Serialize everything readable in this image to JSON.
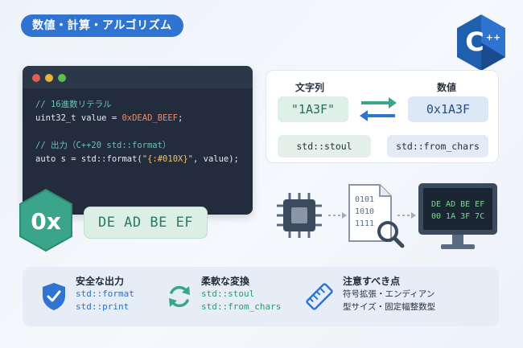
{
  "topic_label": "数値・計算・アルゴリズム",
  "logo": {
    "text": "C",
    "superscript": "++"
  },
  "code": {
    "comment1": "// 16進数リテラル",
    "line1_prefix": "uint32_t value = ",
    "line1_hex": "0xDEAD_BEEF",
    "line1_suffix": ";",
    "comment2": "// 出力（C++20 std::format）",
    "line2_prefix": "auto s = std::format(",
    "line2_str": "\"{:#010X}\"",
    "line2_suffix": ", value);"
  },
  "badge": {
    "text": "0x"
  },
  "bytes": "DE AD BE EF",
  "conversion": {
    "string_title": "文字列",
    "number_title": "数値",
    "string_value": "\"1A3F\"",
    "number_value": "0x1A3F",
    "string_fn": "std::stoul",
    "number_fn": "std::from_chars"
  },
  "flow": {
    "doc_lines": [
      "0101",
      "1010",
      "1111"
    ],
    "monitor_lines": [
      "DE AD BE EF",
      "00 1A 3F 7C"
    ]
  },
  "features": [
    {
      "title": "安全な出力",
      "lines": [
        "std::format",
        "std::print"
      ],
      "icon": "shield-check-icon"
    },
    {
      "title": "柔軟な変換",
      "lines": [
        "std::stoul",
        "std::from_chars"
      ],
      "icon": "refresh-icon"
    },
    {
      "title": "注意すべき点",
      "lines": [
        "符号拡張・エンディアン",
        "型サイズ・固定幅整数型"
      ],
      "icon": "ruler-icon"
    }
  ],
  "colors": {
    "accent_blue": "#2f74d0",
    "teal": "#2a9a6a",
    "code_bg": "#222c3c"
  }
}
